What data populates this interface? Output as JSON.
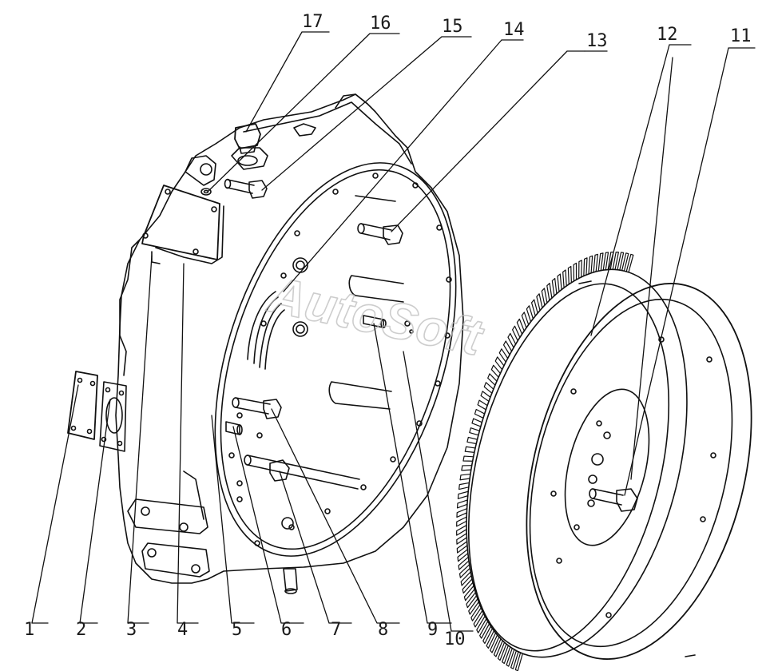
{
  "watermark": "AutoSoft",
  "callouts": {
    "bottom": [
      "1",
      "2",
      "3",
      "4",
      "5",
      "6",
      "7",
      "8",
      "9",
      "10"
    ],
    "top": [
      "11",
      "12",
      "13",
      "14",
      "15",
      "16",
      "17"
    ]
  }
}
